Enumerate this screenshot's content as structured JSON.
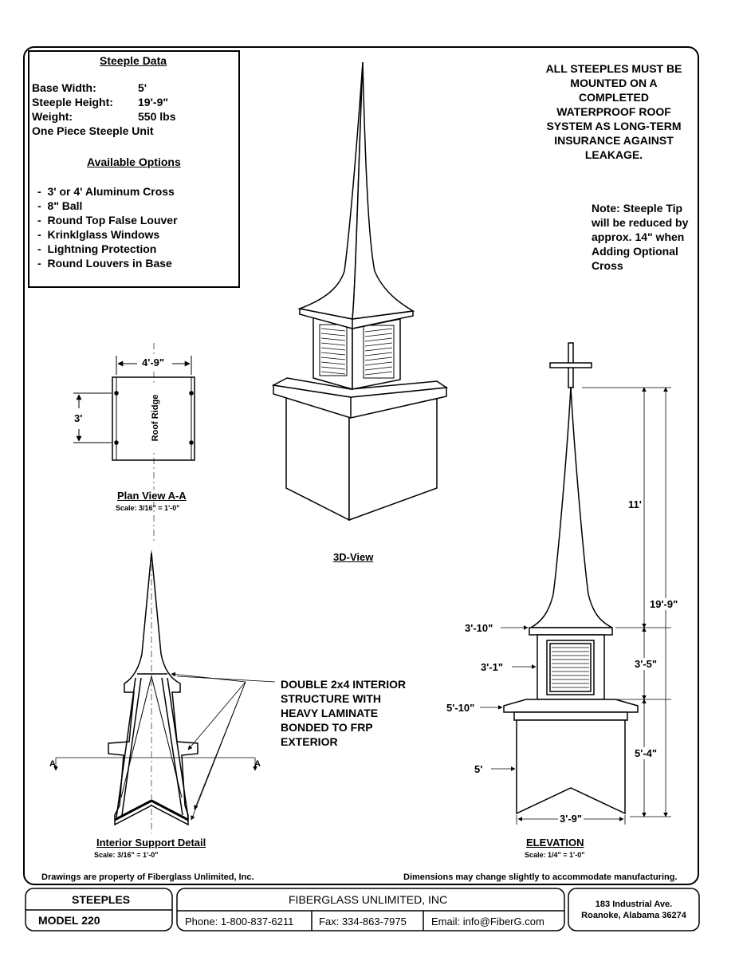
{
  "steeple_data": {
    "heading": "Steeple Data",
    "rows": [
      {
        "label": "Base Width:",
        "value": "5'"
      },
      {
        "label": "Steeple Height:",
        "value": "19'-9\""
      },
      {
        "label": "Weight:",
        "value": "550 lbs"
      }
    ],
    "unit_note": "One Piece Steeple Unit",
    "options_heading": "Available Options",
    "options": [
      "3' or 4' Aluminum Cross",
      "8\" Ball",
      "Round Top False Louver",
      "Krinklglass Windows",
      "Lightning Protection",
      "Round Louvers in Base"
    ]
  },
  "warning_lines": [
    "ALL STEEPLES MUST BE",
    "MOUNTED ON A",
    "COMPLETED",
    "WATERPROOF ROOF",
    "SYSTEM AS LONG-TERM",
    "INSURANCE AGAINST",
    "LEAKAGE."
  ],
  "note_lines": [
    "Note: Steeple Tip",
    "will be reduced by",
    "approx. 14\" when",
    "Adding Optional",
    "Cross"
  ],
  "plan_view": {
    "width_dim": "4'-9\"",
    "depth_dim": "3'",
    "ridge_label": "Roof Ridge",
    "title": "Plan View A-A",
    "scale": "Scale: 3/16\" = 1'-0\""
  },
  "view_3d_title": "3D-View",
  "interior": {
    "callout_lines": [
      "DOUBLE 2x4 INTERIOR",
      "STRUCTURE WITH",
      "HEAVY LAMINATE",
      "BONDED TO FRP",
      "EXTERIOR"
    ],
    "section_mark": "A",
    "title": "Interior Support Detail",
    "scale": "Scale: 3/16\" = 1'-0\""
  },
  "elevation": {
    "dims": {
      "spire": "11'",
      "total": "19'-9\"",
      "louver_section": "3'-5\"",
      "base_section": "5'-4\"",
      "bell_width": "3'-10\"",
      "louver_width": "3'-1\"",
      "cap_width": "5'-10\"",
      "base_width": "5'",
      "bottom_width": "3'-9\""
    },
    "title": "ELEVATION",
    "scale": "Scale: 1/4\" = 1'-0\""
  },
  "footer": {
    "left_note": "Drawings are property of Fiberglass Unlimited, Inc.",
    "right_note": "Dimensions may change slightly to accommodate manufacturing."
  },
  "title_block": {
    "category": "STEEPLES",
    "model": "MODEL 220",
    "company": "FIBERGLASS UNLIMITED, INC",
    "phone": "Phone: 1-800-837-6211",
    "fax": "Fax: 334-863-7975",
    "email": "Email: info@FiberG.com",
    "address_line1": "183 Industrial Ave.",
    "address_line2": "Roanoke, Alabama 36274"
  }
}
